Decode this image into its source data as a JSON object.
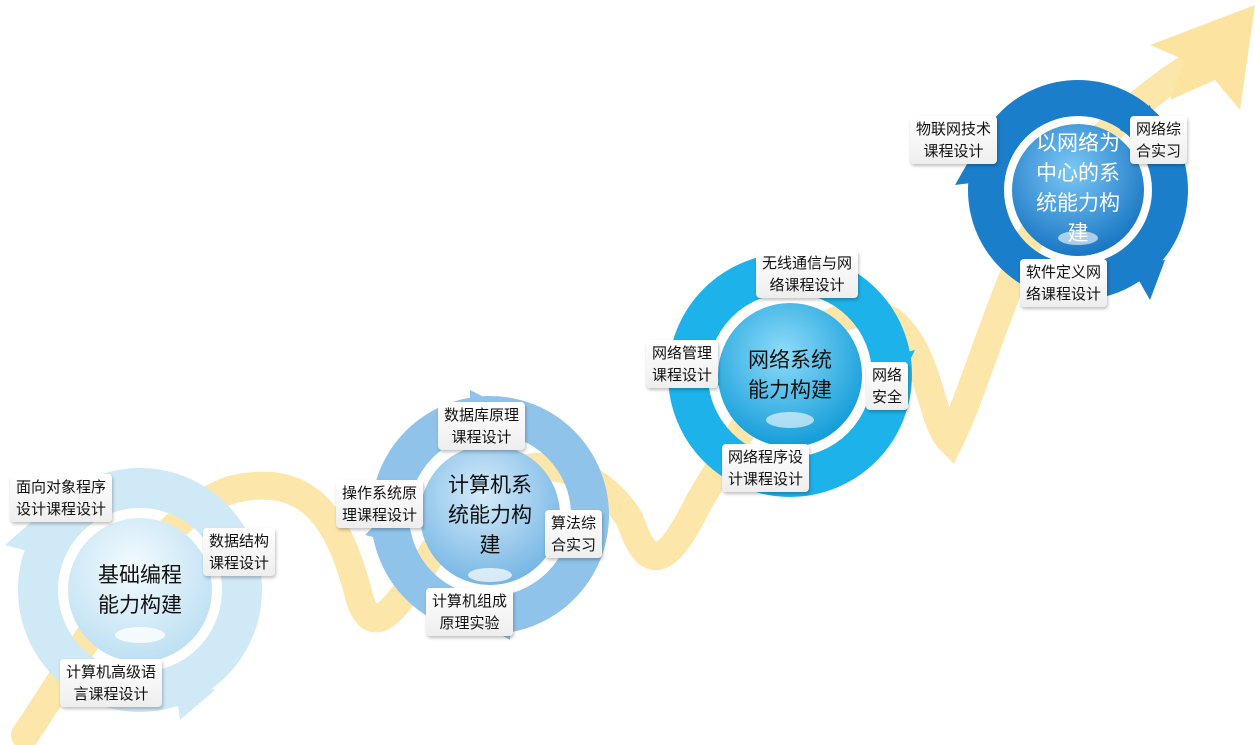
{
  "colors": {
    "arrow": "#fde3a0",
    "stage1": "#cfe9f6",
    "stage2": "#8fc3ea",
    "stage3": "#1db2ea",
    "stage4": "#1a7ecb"
  },
  "stages": [
    {
      "title": "基础编程\n能力构建",
      "labels": [
        "面向对象程序\n设计课程设计",
        "数据结构\n课程设计",
        "计算机高级语\n言课程设计"
      ]
    },
    {
      "title": "计算机系\n统能力构\n建",
      "labels": [
        "数据库原理\n课程设计",
        "操作系统原\n理课程设计",
        "算法综\n合实习",
        "计算机组成\n原理实验"
      ]
    },
    {
      "title": "网络系统\n能力构建",
      "labels": [
        "无线通信与网\n络课程设计",
        "网络管理\n课程设计",
        "网络\n安全",
        "网络程序设\n计课程设计"
      ]
    },
    {
      "title": "以网络为\n中心的系\n统能力构\n建",
      "labels": [
        "物联网技术\n课程设计",
        "网络综\n合实习",
        "软件定义网\n络课程设计"
      ]
    }
  ]
}
